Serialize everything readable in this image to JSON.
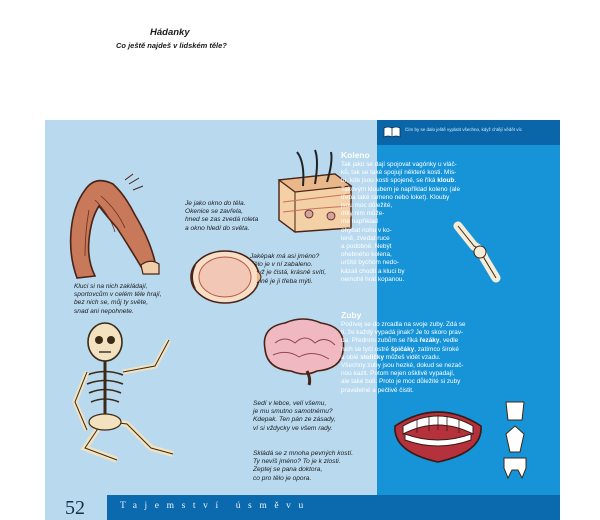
{
  "header": {
    "note": "Čím by se dalo ještě vyplatit všechno, když chtějí vědět víc"
  },
  "left": {
    "title": "Hádanky",
    "subtitle": "Co ještě najdeš v lidském těle?",
    "riddles": [
      "Je jako okno do těla.\nOkenice se zavřela,\nhned se zas zvedá roleta\na okno hledí do světa.",
      "Jaképak má asi jméno?\nTělo je v ní zabaleno.\nKdyž je čistá, krásně svítí,\ndenně je ji třeba mýti.",
      "Kluci si na nich zakládají,\nsportovcům v celém těle hrají,\nbez nich se, můj ty světe,\nsnad ani nepohnete.",
      "Sedí v lebce, velí všemu,\nje mu smutno samotnému?\nKdepak. Ten pán ze zásady,\nví si vždycky ve všem rady.",
      "Skládá se z mnoha pevných kostí.\nTy nevíš jméno? To je k zlosti.\nZeptej se pana doktora,\nco pro tělo je opora."
    ]
  },
  "right": {
    "sections": [
      {
        "heading": "Koleno",
        "lines": [
          [
            {
              "t": "Tak jako se dají spojovat vagónky u vláč-"
            }
          ],
          [
            {
              "t": "ků, tak se také spojují některé kosti. Mís-"
            }
          ],
          [
            {
              "t": "tu, kde jsou kosti spojené, se říká "
            },
            {
              "t": "kloub",
              "b": true
            },
            {
              "t": "."
            }
          ],
          [
            {
              "t": "Takovým kloubem je například koleno (ale"
            }
          ],
          [
            {
              "t": "třeba také rameno nebo loket). Klouby"
            }
          ],
          [
            {
              "t": "jsou moc důležité,"
            }
          ],
          [
            {
              "t": "díky nim může-"
            }
          ],
          [
            {
              "t": "me například"
            }
          ],
          [
            {
              "t": "ohýbat nohu v ko-"
            }
          ],
          [
            {
              "t": "leně, zvedat ruce"
            }
          ],
          [
            {
              "t": "a podobně. Nebýt"
            }
          ],
          [
            {
              "t": "ohebného kolena,"
            }
          ],
          [
            {
              "t": "určitě bychom nedo-"
            }
          ],
          [
            {
              "t": "kázali chodit a kluci by"
            }
          ],
          [
            {
              "t": "nemohli hrát kopanou."
            }
          ]
        ]
      },
      {
        "heading": "Zuby",
        "lines": [
          [
            {
              "t": "Podívej se do zrcadla na svoje zuby. Zdá se"
            }
          ],
          [
            {
              "t": "ti, že každý vypadá jinak? Je to skoro prav-"
            }
          ],
          [
            {
              "t": "da. Předním zubům se říká "
            },
            {
              "t": "řezáky",
              "b": true
            },
            {
              "t": ", vedle"
            }
          ],
          [
            {
              "t": "nich se tyčí ostré "
            },
            {
              "t": "špičáky",
              "b": true
            },
            {
              "t": ", zatímco široké"
            }
          ],
          [
            {
              "t": "a oblé "
            },
            {
              "t": "stoličky",
              "b": true
            },
            {
              "t": " můžeš vidět vzadu."
            }
          ],
          [
            {
              "t": "Všechny zuby jsou hezké, dokud se nezač-"
            }
          ],
          [
            {
              "t": "nou kazit. Potom nejen ošklivě vypadají,"
            }
          ],
          [
            {
              "t": "ale také bolí. Proto je moc důležité si zuby"
            }
          ],
          [
            {
              "t": "pravidelně a pečlivě čistit."
            }
          ]
        ]
      }
    ]
  },
  "footer": {
    "page_number": "52",
    "series": "Tajemství úsměvu"
  },
  "colors": {
    "left_background": "#b9d9ef",
    "right_background": "#1793d8",
    "footer": "#0b69ae"
  },
  "icons": [
    "book-icon"
  ]
}
